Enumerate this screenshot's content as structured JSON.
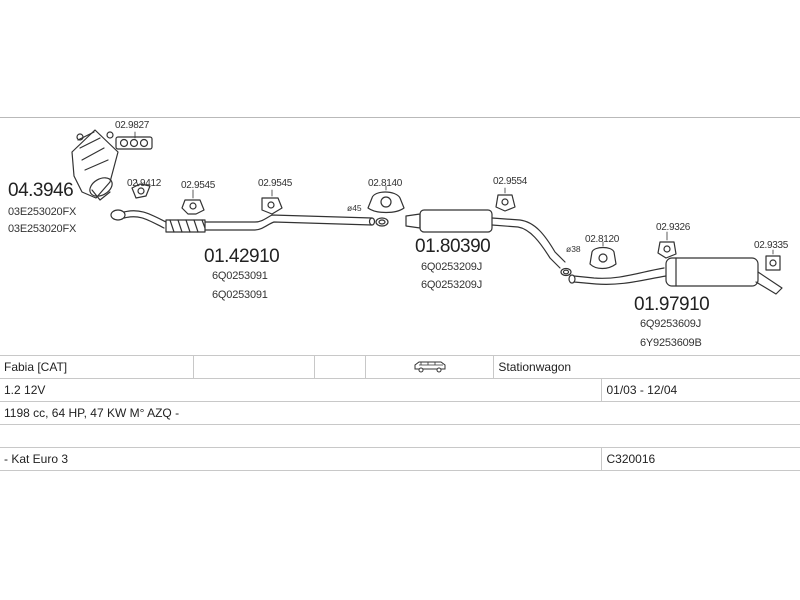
{
  "parts": {
    "manifold_gasket": "02.9827",
    "catalyst": {
      "number": "04.3946",
      "oe1": "03E253020FX",
      "oe2": "03E253020FX"
    },
    "gasket_a": "02.9412",
    "mount_a": "02.9545",
    "mount_b": "02.9545",
    "front_pipe": {
      "number": "01.42910",
      "oe1": "6Q0253091",
      "oe2": "6Q0253091"
    },
    "clamp_45": "ø45",
    "mount_c": "02.8140",
    "mount_d": "02.9554",
    "middle_silencer": {
      "number": "01.80390",
      "oe1": "6Q0253209J",
      "oe2": "6Q0253209J"
    },
    "clamp_38": "ø38",
    "mount_e": "02.8120",
    "mount_f": "02.9326",
    "tail_mount": "02.9335",
    "rear_silencer": {
      "number": "01.97910",
      "oe1": "6Q9253609J",
      "oe2": "6Y9253609B"
    }
  },
  "vehicle": {
    "model": "Fabia  [CAT]",
    "body_icon": "station-wagon-car-icon",
    "body": "Stationwagon",
    "engine": "1.2 12V",
    "years": "01/03 - 12/04",
    "spec": "1198 cc, 64 HP, 47 KW M° AZQ -",
    "emission": "- Kat Euro 3",
    "code": "C320016"
  }
}
